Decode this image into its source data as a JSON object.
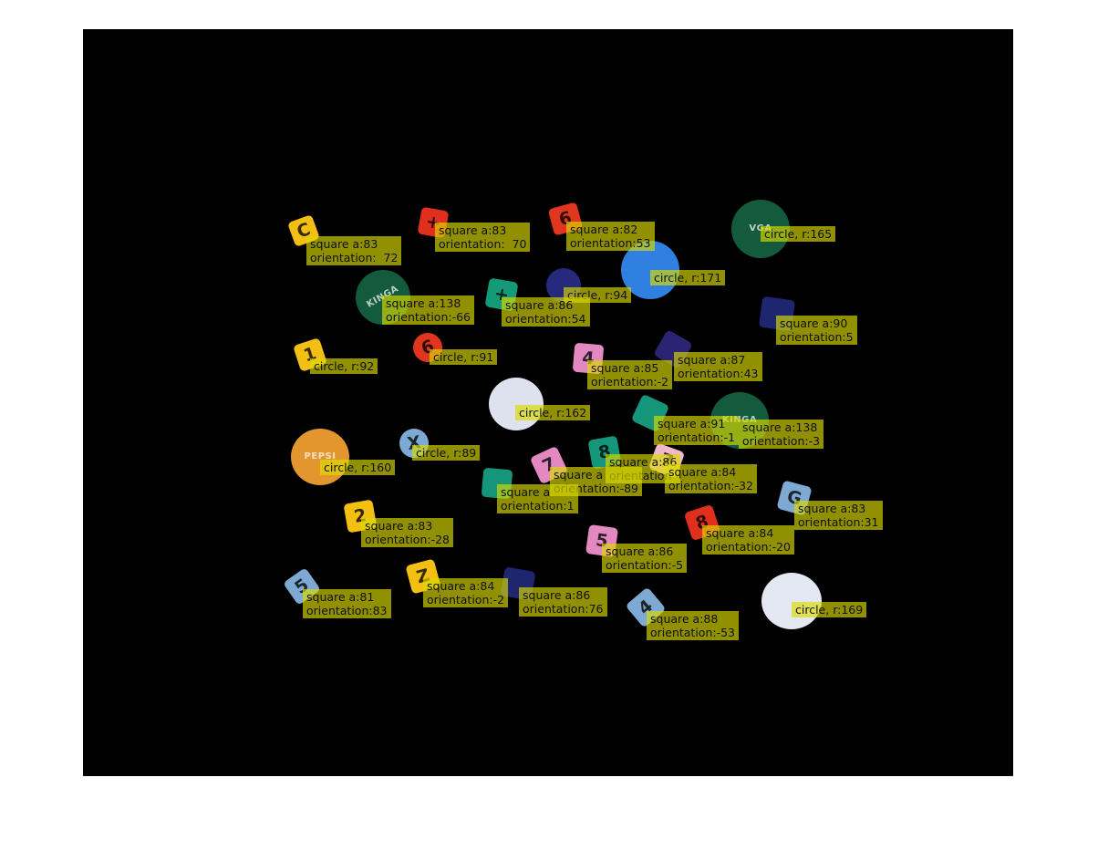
{
  "colors": {
    "background": "#000000",
    "page": "#ffffff",
    "label_fill": "#dada00"
  },
  "objects": [
    {
      "shape": "square",
      "glyph": "C",
      "color": "#f2bf12",
      "rotation": -20
    },
    {
      "shape": "square",
      "glyph": "+",
      "color": "#e0301d",
      "rotation": 10
    },
    {
      "shape": "square",
      "glyph": "6",
      "color": "#e0361f",
      "rotation": -15
    },
    {
      "shape": "circle",
      "glyph": "",
      "word": "VGA",
      "color": "#145b3d",
      "rotation": 0
    },
    {
      "shape": "circle",
      "glyph": "",
      "word": "",
      "color": "#2f80e0",
      "rotation": 0
    },
    {
      "shape": "circle",
      "glyph": "",
      "word": "KINGA",
      "color": "#145b3d",
      "rotation": -30
    },
    {
      "shape": "square",
      "glyph": "+",
      "color": "#159a78",
      "rotation": 10
    },
    {
      "shape": "circle",
      "glyph": "",
      "word": "",
      "color": "#262a7c",
      "rotation": 0
    },
    {
      "shape": "square",
      "glyph": "",
      "color": "#1f2670",
      "rotation": 8
    },
    {
      "shape": "square",
      "glyph": "1",
      "color": "#f2bf12",
      "rotation": -18
    },
    {
      "shape": "circle",
      "glyph": "6",
      "word": "",
      "color": "#e0361f",
      "rotation": -20
    },
    {
      "shape": "square",
      "glyph": "4",
      "color": "#e389c2",
      "rotation": 5
    },
    {
      "shape": "square",
      "glyph": "",
      "color": "#2a2473",
      "rotation": 30
    },
    {
      "shape": "circle",
      "glyph": "",
      "word": "",
      "color": "#dde2ee",
      "rotation": 0
    },
    {
      "shape": "square",
      "glyph": "",
      "color": "#15967a",
      "rotation": 25
    },
    {
      "shape": "circle",
      "glyph": "",
      "word": "KINGA",
      "color": "#145b3d",
      "rotation": 0
    },
    {
      "shape": "circle",
      "glyph": "",
      "word": "PEPSI",
      "color": "#e4962e",
      "rotation": 0
    },
    {
      "shape": "circle",
      "glyph": "X",
      "word": "",
      "color": "#7ea9d2",
      "rotation": -10
    },
    {
      "shape": "square",
      "glyph": "7",
      "color": "#e389c2",
      "rotation": -25
    },
    {
      "shape": "square",
      "glyph": "8",
      "color": "#15967a",
      "rotation": -10
    },
    {
      "shape": "square",
      "glyph": "7",
      "color": "#f0b8c8",
      "rotation": 20
    },
    {
      "shape": "square",
      "glyph": "",
      "color": "#15967a",
      "rotation": 5
    },
    {
      "shape": "square",
      "glyph": "G",
      "color": "#7ea9d2",
      "rotation": 15
    },
    {
      "shape": "square",
      "glyph": "2",
      "color": "#f2bf12",
      "rotation": -10
    },
    {
      "shape": "square",
      "glyph": "8",
      "color": "#e0301d",
      "rotation": -18
    },
    {
      "shape": "square",
      "glyph": "5",
      "color": "#e389c2",
      "rotation": 8
    },
    {
      "shape": "square",
      "glyph": "5",
      "color": "#7ea9d2",
      "rotation": -35
    },
    {
      "shape": "square",
      "glyph": "Z",
      "color": "#f2bf12",
      "rotation": -15
    },
    {
      "shape": "square",
      "glyph": "",
      "color": "#1f2670",
      "rotation": 10
    },
    {
      "shape": "square",
      "glyph": "4",
      "color": "#7ea9d2",
      "rotation": -40
    },
    {
      "shape": "circle",
      "glyph": "",
      "word": "",
      "color": "#e4e8f2",
      "rotation": 0
    }
  ],
  "labels": [
    {
      "line1": "square a:83",
      "line2": "orientation:  72"
    },
    {
      "line1": "square a:83",
      "line2": "orientation:  70"
    },
    {
      "line1": "square a:82",
      "line2": "orientation:53"
    },
    {
      "line1": "circle, r:165",
      "line2": ""
    },
    {
      "line1": "circle, r:171",
      "line2": ""
    },
    {
      "line1": "circle, r:94",
      "line2": ""
    },
    {
      "line1": "square a:138",
      "line2": "orientation:-66"
    },
    {
      "line1": "square a:86",
      "line2": "orientation:54"
    },
    {
      "line1": "square a:90",
      "line2": "orientation:5"
    },
    {
      "line1": "circle, r:91",
      "line2": ""
    },
    {
      "line1": "circle, r:92",
      "line2": ""
    },
    {
      "line1": "square a:87",
      "line2": "orientation:43"
    },
    {
      "line1": "square a:85",
      "line2": "orientation:-2"
    },
    {
      "line1": "circle, r:162",
      "line2": ""
    },
    {
      "line1": "square a:91",
      "line2": "orientation:-1"
    },
    {
      "line1": "square a:138",
      "line2": "orientation:-3"
    },
    {
      "line1": "circle, r:89",
      "line2": ""
    },
    {
      "line1": "square a:86",
      "line2": "orientation"
    },
    {
      "line1": "circle, r:160",
      "line2": ""
    },
    {
      "line1": "square a:84",
      "line2": "orientation:-32"
    },
    {
      "line1": "square a",
      "line2": "orientation:-89"
    },
    {
      "line1": "square a",
      "line2": "orientation:1"
    },
    {
      "line1": "square a:83",
      "line2": "orientation:31"
    },
    {
      "line1": "square a:83",
      "line2": "orientation:-28"
    },
    {
      "line1": "square a:84",
      "line2": "orientation:-20"
    },
    {
      "line1": "square a:86",
      "line2": "orientation:-5"
    },
    {
      "line1": "square a:81",
      "line2": "orientation:83"
    },
    {
      "line1": "square a:84",
      "line2": "orientation:-2"
    },
    {
      "line1": "square a:86",
      "line2": "orientation:76"
    },
    {
      "line1": "square a:88",
      "line2": "orientation:-53"
    },
    {
      "line1": "circle, r:169",
      "line2": ""
    }
  ]
}
